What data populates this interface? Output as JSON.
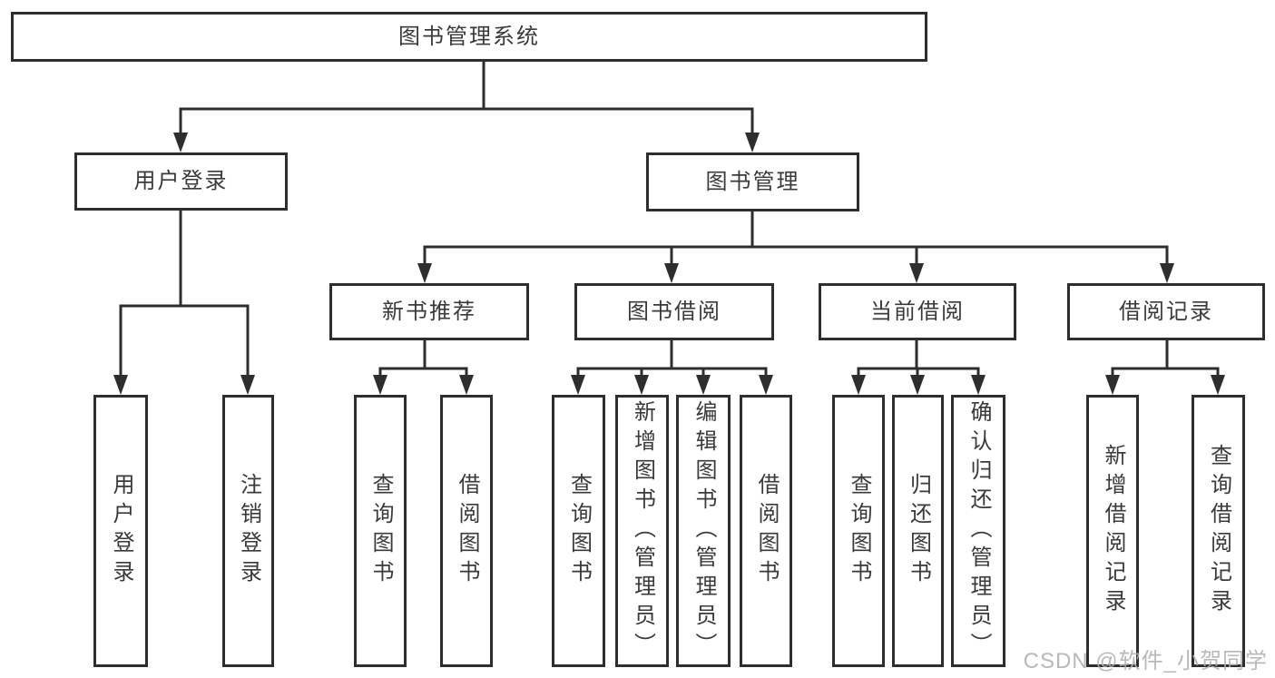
{
  "diagram": {
    "nodes": {
      "root": {
        "label": "图书管理系统"
      },
      "user_login": {
        "label": "用户登录"
      },
      "book_management": {
        "label": "图书管理"
      },
      "new_book_rec": {
        "label": "新书推荐"
      },
      "book_borrow": {
        "label": "图书借阅"
      },
      "current_borrow": {
        "label": "当前借阅"
      },
      "borrow_record": {
        "label": "借阅记录"
      },
      "leaf_user_login": {
        "label": "用户登录"
      },
      "leaf_logout": {
        "label": "注销登录"
      },
      "leaf_rec_query_book": {
        "label": "查询图书"
      },
      "leaf_rec_borrow_book": {
        "label": "借阅图书"
      },
      "leaf_bb_query_book": {
        "label": "查询图书"
      },
      "leaf_bb_add_book": {
        "label": "新增图书（管理员）"
      },
      "leaf_bb_edit_book": {
        "label": "编辑图书（管理员）"
      },
      "leaf_bb_borrow_book": {
        "label": "借阅图书"
      },
      "leaf_cb_query_book": {
        "label": "查询图书"
      },
      "leaf_cb_return_book": {
        "label": "归还图书"
      },
      "leaf_cb_confirm_return": {
        "label": "确认归还（管理员）"
      },
      "leaf_br_add_record": {
        "label": "新增借阅记录"
      },
      "leaf_br_query_record": {
        "label": "查询借阅记录"
      }
    },
    "watermark": {
      "text": "CSDN @软件_小贺同学"
    },
    "colors": {
      "line": "#2e2e2e",
      "text": "#3a3a3a",
      "background": "#ffffff",
      "watermark": "#afafaf"
    }
  }
}
